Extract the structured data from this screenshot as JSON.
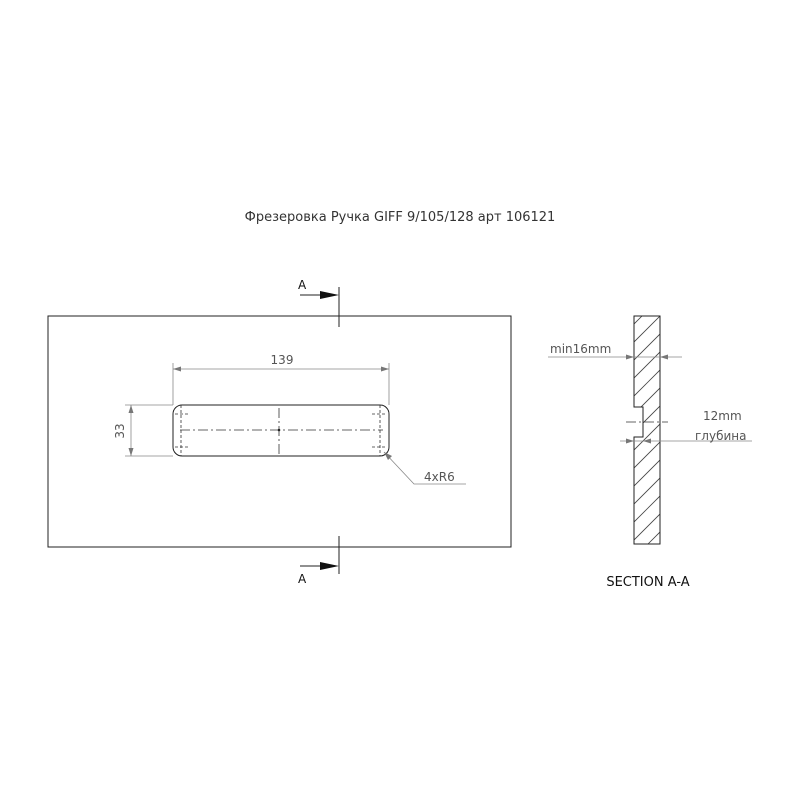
{
  "title": "Фрезеровка Ручка GIFF  9/105/128 арт 106121",
  "section_marker": "A",
  "front_view": {
    "width_dim": "139",
    "height_dim": "33",
    "radius_note": "4xR6"
  },
  "section_view": {
    "title": "SECTION A-A",
    "thickness_note": "min16mm",
    "depth_value": "12mm",
    "depth_word": "глубина"
  }
}
